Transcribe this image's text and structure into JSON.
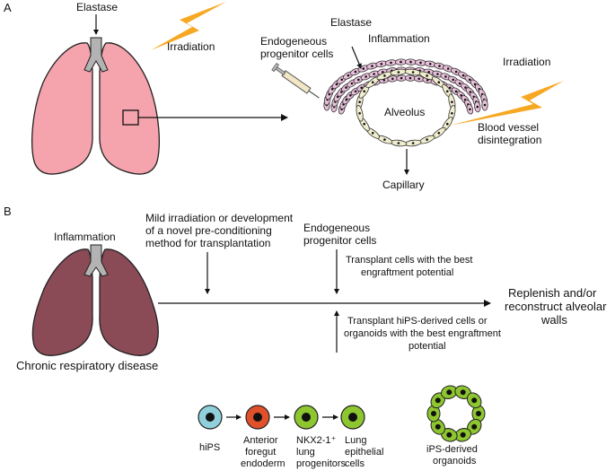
{
  "panel_a": {
    "label": "A",
    "elastase_top": "Elastase",
    "irradiation_left": "Irradiation",
    "endogeneous": [
      "Endogeneous",
      "progenitor cells"
    ],
    "elastase_alv": "Elastase",
    "inflammation": "Inflammation",
    "alveolus": "Alveolus",
    "irradiation_right": "Irradiation",
    "blood_vessel": [
      "Blood vessel",
      "disintegration"
    ],
    "capillary": "Capillary"
  },
  "panel_b": {
    "label": "B",
    "inflammation": "Inflammation",
    "mild_irradiation": [
      "Mild irradiation or development",
      "of a novel pre-conditioning",
      "method for transplantation"
    ],
    "endogeneous": [
      "Endogeneous",
      "progenitor cells"
    ],
    "transplant_best": [
      "Transplant cells with the best",
      "engraftment potential"
    ],
    "outcome": [
      "Replenish and/or",
      "reconstruct alveolar",
      "walls"
    ],
    "transplant_hips": [
      "Transplant hiPS-derived cells or",
      "organoids with the best engraftment",
      "potential"
    ],
    "disease": "Chronic respiratory disease",
    "cells": [
      {
        "label": [
          "hiPS"
        ],
        "color": "#8fd0dc"
      },
      {
        "label": [
          "Anterior",
          "foregut",
          "endoderm"
        ],
        "color": "#e0502a"
      },
      {
        "label": [
          "NKX2-1⁺",
          "lung",
          "progenitors"
        ],
        "color": "#8ec630"
      },
      {
        "label": [
          "Lung",
          "epithelial",
          "cells"
        ],
        "color": "#8ec630"
      }
    ],
    "organoids": [
      "iPS-derived",
      "organoids"
    ]
  },
  "colors": {
    "lung_pink": "#f5a3ad",
    "lung_diseased": "#8a4a56",
    "trachea": "#b3b3b3",
    "lightning": "#f7a823",
    "alveolar_cell": "#f1eecf",
    "vessel_cell": "#e9bfda"
  }
}
